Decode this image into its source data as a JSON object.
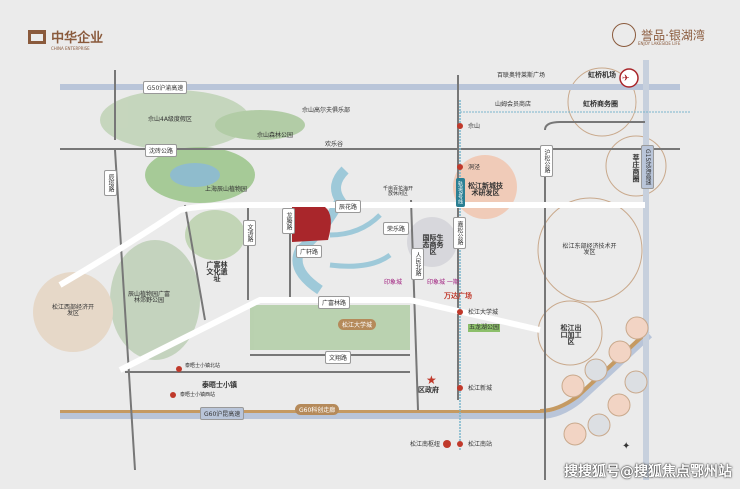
{
  "brand_left": {
    "name": "中华企业",
    "sub": "CHINA ENTERPRISE"
  },
  "brand_right": {
    "name": "誉品·银湖湾",
    "sub": "ENJOY LAKESIDE LIFE"
  },
  "roads": {
    "g50": "G50沪渝高速",
    "shenzhuan": "沈砖公路",
    "chenta": "辰塔路",
    "chenhua": "辰花路",
    "longteng": "龙腾路",
    "guangxuan": "广轩路",
    "wentao": "文涛路",
    "guangfulin": "广富林路",
    "wenxiang": "文翔路",
    "renminbei": "人民北路",
    "jiasong": "嘉松公路",
    "husong": "沪松公路",
    "g15": "G15沈海高速",
    "g60": "G60沪昆高速",
    "rongle": "荣乐路"
  },
  "metro": {
    "line9": "轨道9号线",
    "stations": [
      "佘山",
      "洞泾",
      "松江大学城",
      "松江新城",
      "松江南站"
    ]
  },
  "areas": {
    "sheshan_resort": "佘山4A级度假区",
    "sheshan_forest": "佘山森林公园",
    "golf": "佘山高尔夫俱乐部",
    "happy_valley": "欢乐谷",
    "chenshan": "上海辰山植物园",
    "tech_zone": "松江新城技术研发区",
    "hongqiao_airport": "虹桥机场",
    "hongqiao_cbd": "虹桥商务圈",
    "xinzhuang": "莘庄商圈",
    "east_zone": "松江东部经济技术开发区",
    "eco_zone": "国际生态商务区",
    "guangfulin_site": "广富林文化遗址",
    "country_park": "辰山植物园广富林郊野公园",
    "west_zone": "松江西部经济开发区",
    "university": "松江大学城",
    "thames": "泰晤士小镇",
    "gov": "区政府",
    "export_zone": "松江出口加工区",
    "wanda": "万达广场",
    "wulonghu": "五龙湖公园",
    "incity1": "印象城",
    "incity2": "印象城 一期",
    "south_hub": "松江南枢纽",
    "outlets": "百联奥特莱斯广场",
    "sams": "山姆会员商店",
    "flower_sea": "千亩百花海开放休闲区",
    "thames_n": "泰晤士小镇北站",
    "thames_w": "泰晤士小镇西站",
    "corridor": "G60科创走廊"
  },
  "watermark": "搜搜狐号@搜狐焦点鄂州站",
  "colors": {
    "accent": "#a9262b",
    "road_hwy": "#b9c5d9",
    "brand": "#8a5a3c"
  }
}
